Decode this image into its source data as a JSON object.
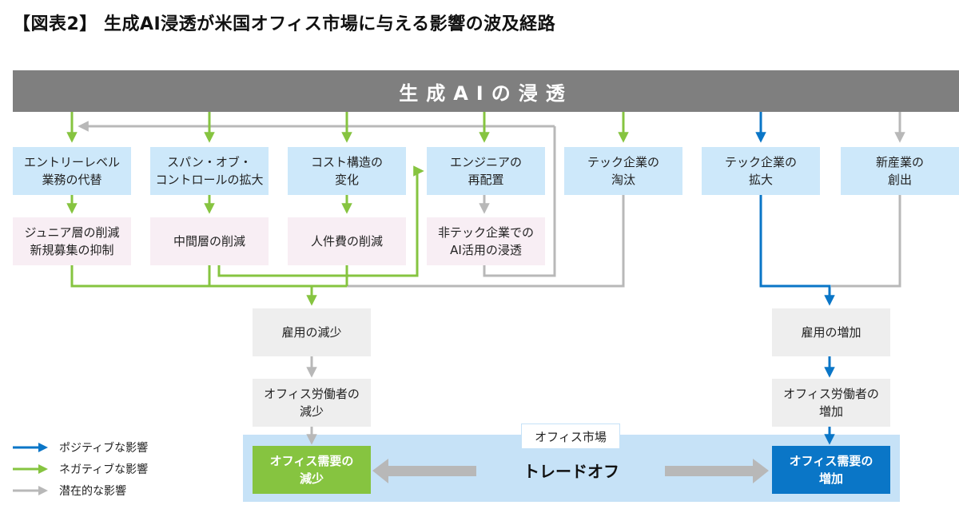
{
  "title": "【図表2】 生成AI浸透が米国オフィス市場に与える影響の波及経路",
  "banner": "生成AIの浸透",
  "boxes": {
    "entry_level": "エントリーレベル\n業務の代替",
    "span_of_control": "スパン・オブ・\nコントロールの拡大",
    "cost_structure": "コスト構造の\n変化",
    "engineer_realloc": "エンジニアの\n再配置",
    "tech_shakeout": "テック企業の\n淘汰",
    "tech_expansion": "テック企業の\n拡大",
    "new_industry": "新産業の\n創出",
    "junior_cut": "ジュニア層の削減\n新規募集の抑制",
    "middle_cut": "中間層の削減",
    "labor_cost_cut": "人件費の削減",
    "nontech_ai": "非テック企業での\nAI活用の浸透",
    "employment_down": "雇用の減少",
    "office_workers_down": "オフィス労働者の\n減少",
    "employment_up": "雇用の増加",
    "office_workers_up": "オフィス労働者の\n増加",
    "demand_down": "オフィス需要の\n減少",
    "demand_up": "オフィス需要の\n増加"
  },
  "market": {
    "label": "オフィス市場",
    "tradeoff": "トレードオフ"
  },
  "legend": [
    {
      "label": "ポジティブな影響",
      "color": "#0a76c7"
    },
    {
      "label": "ネガティブな影響",
      "color": "#86c440"
    },
    {
      "label": "潜在的な影響",
      "color": "#b8b8b8"
    }
  ],
  "colors": {
    "positive": "#0a76c7",
    "negative": "#86c440",
    "potential": "#b8b8b8",
    "banner": "#7f7f7f",
    "market": "#c6e2f7"
  }
}
